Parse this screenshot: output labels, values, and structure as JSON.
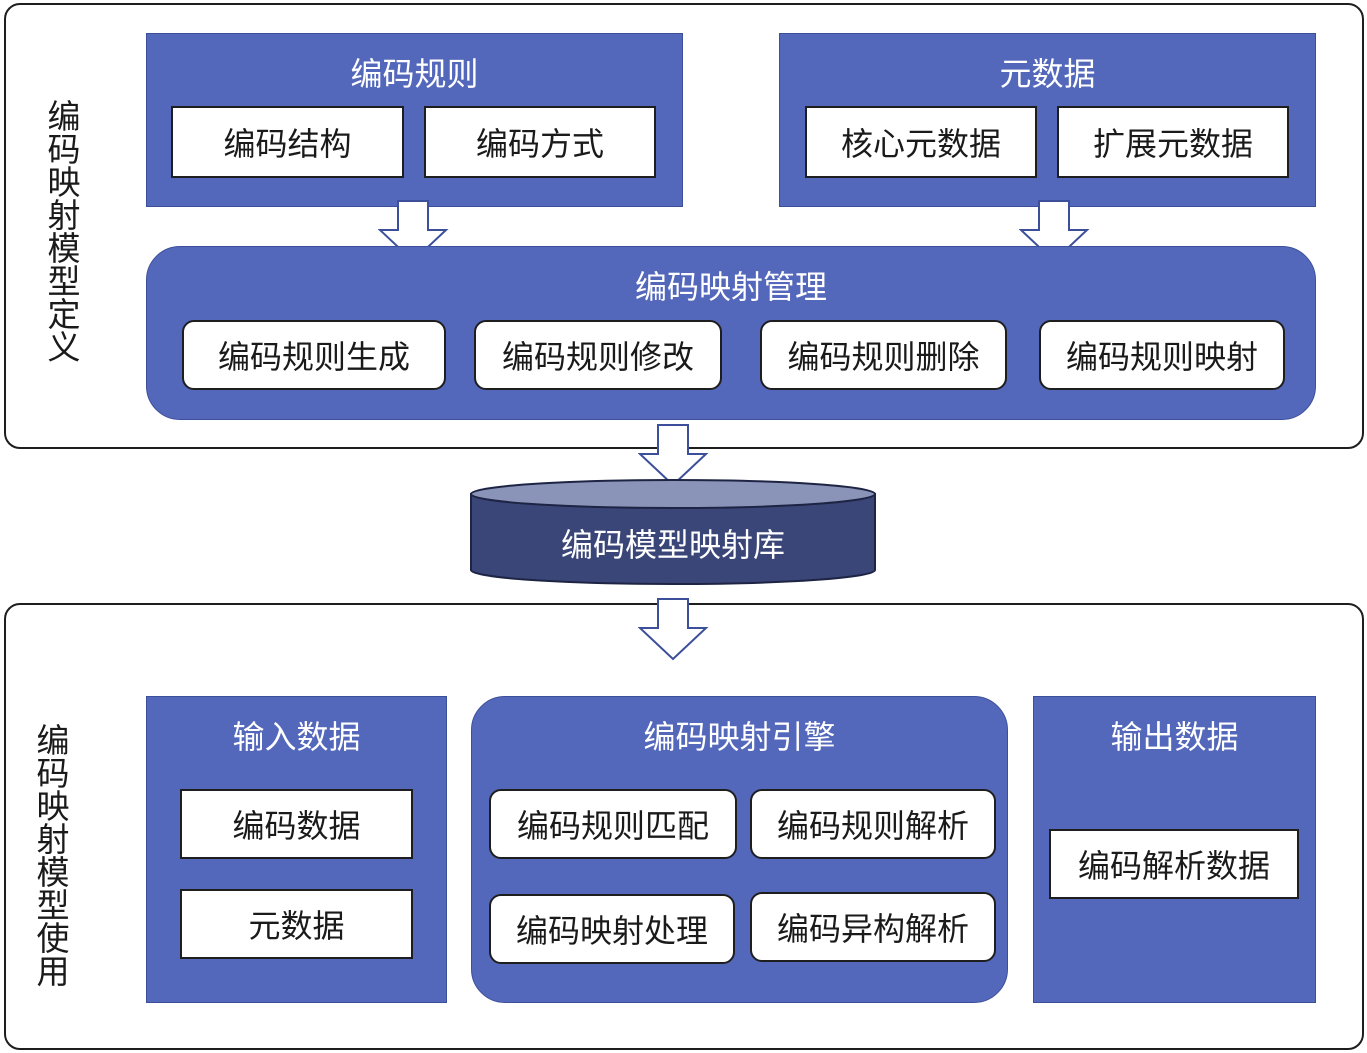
{
  "definition": {
    "label": "编码映射模型定义",
    "encoding_rules": {
      "title": "编码规则",
      "items": [
        "编码结构",
        "编码方式"
      ]
    },
    "metadata": {
      "title": "元数据",
      "items": [
        "核心元数据",
        "扩展元数据"
      ]
    },
    "management": {
      "title": "编码映射管理",
      "items": [
        "编码规则生成",
        "编码规则修改",
        "编码规则删除",
        "编码规则映射"
      ]
    }
  },
  "library": {
    "label": "编码模型映射库"
  },
  "usage": {
    "label": "编码映射模型使用",
    "input": {
      "title": "输入数据",
      "items": [
        "编码数据",
        "元数据"
      ]
    },
    "engine": {
      "title": "编码映射引擎",
      "items": [
        "编码规则匹配",
        "编码规则解析",
        "编码映射处理",
        "编码异构解析"
      ]
    },
    "output": {
      "title": "输出数据",
      "items": [
        "编码解析数据"
      ]
    }
  },
  "colors": {
    "panel": "#5468bb",
    "database": "#3a4678",
    "database_top": "#8a94b8"
  }
}
